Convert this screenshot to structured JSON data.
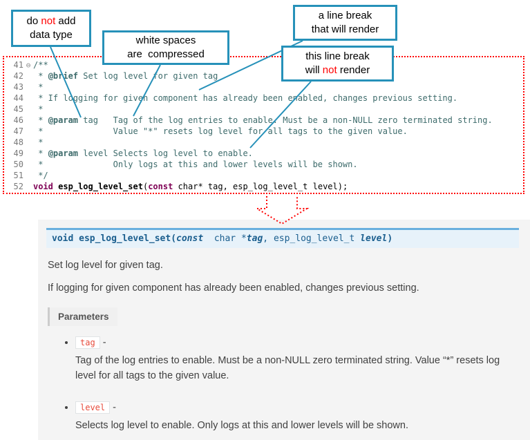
{
  "colors": {
    "callout_border": "#2691b9",
    "highlight_red": "#ff0000",
    "code_comment": "#3d6b6b",
    "code_keyword": "#7f0055",
    "sig_bg": "#e7f2fa",
    "sig_border": "#6ab0de",
    "sig_text": "#1a5e8e",
    "docs_bg": "#f4f4f4",
    "field_bg": "#f0f0f0",
    "field_border": "#cccccc",
    "field_text": "#555555",
    "param_name_color": "#e74c3c"
  },
  "callouts": {
    "c1": {
      "l1a": "do ",
      "l1b": "not",
      "l1c": " add",
      "l2": "data type"
    },
    "c2": {
      "l1": "white spaces",
      "l2": "are  compressed"
    },
    "c3": {
      "l1": "a line break",
      "l2": "that will render"
    },
    "c4": {
      "l1": "this line break",
      "l2a": "will ",
      "l2b": "not",
      "l2c": " render"
    }
  },
  "code": {
    "fold_symbol": "⊖",
    "lines": [
      {
        "num": "41",
        "fold": true,
        "parts": [
          {
            "t": "/**",
            "s": "c"
          }
        ]
      },
      {
        "num": "42",
        "fold": false,
        "parts": [
          {
            "t": " * ",
            "s": "c"
          },
          {
            "t": "@brief",
            "s": "ct"
          },
          {
            "t": " Set log level for given tag",
            "s": "c"
          }
        ]
      },
      {
        "num": "43",
        "fold": false,
        "parts": [
          {
            "t": " *",
            "s": "c"
          }
        ]
      },
      {
        "num": "44",
        "fold": false,
        "parts": [
          {
            "t": " * If logging for given component has already been enabled, changes previous setting.",
            "s": "c"
          }
        ]
      },
      {
        "num": "45",
        "fold": false,
        "parts": [
          {
            "t": " *",
            "s": "c"
          }
        ]
      },
      {
        "num": "46",
        "fold": false,
        "parts": [
          {
            "t": " * ",
            "s": "c"
          },
          {
            "t": "@param",
            "s": "ct"
          },
          {
            "t": " tag   Tag of the log entries to enable. Must be a non-NULL zero terminated string.",
            "s": "c"
          }
        ]
      },
      {
        "num": "47",
        "fold": false,
        "parts": [
          {
            "t": " *              Value \"*\" resets log level for all tags to the given value.",
            "s": "c"
          }
        ]
      },
      {
        "num": "48",
        "fold": false,
        "parts": [
          {
            "t": " *",
            "s": "c"
          }
        ]
      },
      {
        "num": "49",
        "fold": false,
        "parts": [
          {
            "t": " * ",
            "s": "c"
          },
          {
            "t": "@param",
            "s": "ct"
          },
          {
            "t": " level Selects log level to enable.",
            "s": "c"
          }
        ]
      },
      {
        "num": "50",
        "fold": false,
        "parts": [
          {
            "t": " *              Only logs at this and lower levels will be shown.",
            "s": "c"
          }
        ]
      },
      {
        "num": "51",
        "fold": false,
        "parts": [
          {
            "t": " */",
            "s": "c"
          }
        ]
      },
      {
        "num": "52",
        "fold": false,
        "parts": [
          {
            "t": "void",
            "s": "kw"
          },
          {
            "t": " ",
            "s": ""
          },
          {
            "t": "esp_log_level_set",
            "s": "fn"
          },
          {
            "t": "(",
            "s": ""
          },
          {
            "t": "const",
            "s": "kw"
          },
          {
            "t": " char* tag, esp_log_level_t level);",
            "s": ""
          }
        ]
      }
    ]
  },
  "docs": {
    "signature": {
      "parts": [
        {
          "t": "void ",
          "s": "b"
        },
        {
          "t": "esp_log_level_set",
          "s": "b"
        },
        {
          "t": "(",
          "s": "b"
        },
        {
          "t": "const",
          "s": "bi"
        },
        {
          "t": "  char *",
          "s": ""
        },
        {
          "t": "tag",
          "s": "bi"
        },
        {
          "t": ", ",
          "s": ""
        },
        {
          "t": "esp_log_level_t ",
          "s": ""
        },
        {
          "t": "level",
          "s": "bi"
        },
        {
          "t": ")",
          "s": "b"
        }
      ]
    },
    "p1": "Set log level for given tag.",
    "p2": "If logging for given component has already been enabled, changes previous setting.",
    "parameters_label": "Parameters",
    "params": [
      {
        "name": "tag",
        "sep": " -",
        "desc": "Tag of the log entries to enable. Must be a non-NULL zero terminated string. Value “*” resets log level for all tags to the given value."
      },
      {
        "name": "level",
        "sep": " -",
        "desc": "Selects log level to enable. Only logs at this and lower levels will be shown."
      }
    ]
  }
}
